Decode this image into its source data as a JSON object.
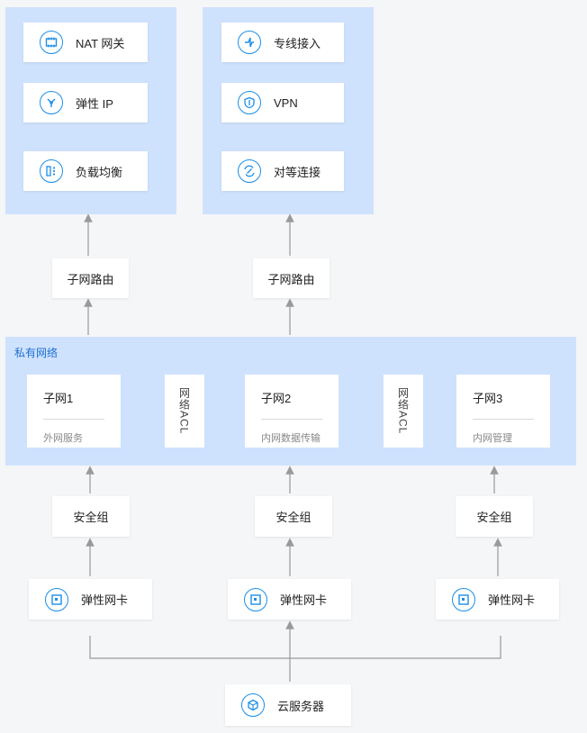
{
  "panels": {
    "top_left": [
      {
        "label": "NAT 网关",
        "icon": "nat-gateway-icon"
      },
      {
        "label": "弹性 IP",
        "icon": "elastic-ip-icon"
      },
      {
        "label": "负载均衡",
        "icon": "load-balancer-icon"
      }
    ],
    "top_right": [
      {
        "label": "专线接入",
        "icon": "direct-connect-icon"
      },
      {
        "label": "VPN",
        "icon": "vpn-icon"
      },
      {
        "label": "对等连接",
        "icon": "peering-icon"
      }
    ]
  },
  "routes": [
    "子网路由",
    "子网路由"
  ],
  "vpc": {
    "label": "私有网络",
    "subnets": [
      {
        "title": "子网1",
        "desc": "外网服务"
      },
      {
        "title": "子网2",
        "desc": "内网数据传输"
      },
      {
        "title": "子网3",
        "desc": "内网管理"
      }
    ],
    "acls": [
      "网络ACL",
      "网络ACL"
    ]
  },
  "security_groups": [
    "安全组",
    "安全组",
    "安全组"
  ],
  "enis": [
    "弹性网卡",
    "弹性网卡",
    "弹性网卡"
  ],
  "server": {
    "label": "云服务器",
    "icon": "cloud-server-icon"
  },
  "colors": {
    "panel": "#cfe2fd",
    "accent": "#1c8ee8",
    "line": "#9a9a9a"
  }
}
